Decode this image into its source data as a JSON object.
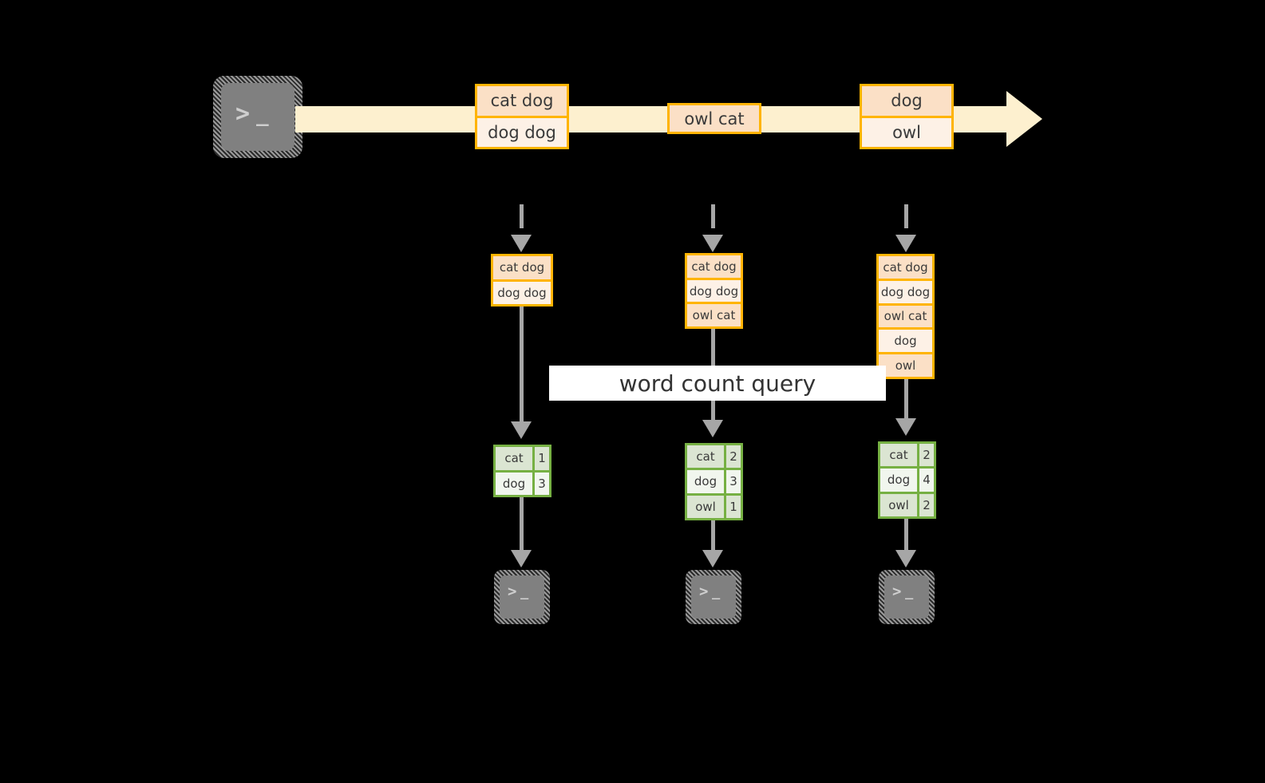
{
  "diagram": {
    "title_banner": {
      "label": "word count query"
    },
    "colors": {
      "background": "#000000",
      "stream_arrow": "#fdf0cf",
      "record_border": "#ffb400",
      "record_fill_dark": "#fbe0c6",
      "record_fill_light": "#fdf1e6",
      "table_border": "#76b043",
      "table_fill_dark": "#dbe5d2",
      "table_fill_light": "#f1f6ee",
      "connector": "#a6a6a6",
      "terminal_fill": "#808080",
      "banner_fill": "#ffffff",
      "text": "#3a3a3a"
    },
    "source_terminal": {
      "icon": "terminal-prompt-icon",
      "glyph_prompt": ">",
      "glyph_cursor": "_"
    },
    "stream": {
      "direction": "left-to-right",
      "events": [
        {
          "id": "event-1",
          "lines": [
            "cat dog",
            "dog dog"
          ]
        },
        {
          "id": "event-2",
          "lines": [
            "owl cat"
          ]
        },
        {
          "id": "event-3",
          "lines": [
            "dog",
            "owl"
          ]
        }
      ]
    },
    "snapshots": [
      {
        "id": "snapshot-1",
        "buffer": {
          "lines": [
            "cat dog",
            "dog dog"
          ]
        },
        "result": {
          "rows": [
            {
              "word": "cat",
              "count": "1"
            },
            {
              "word": "dog",
              "count": "3"
            }
          ]
        },
        "sink": {
          "icon": "terminal-prompt-icon",
          "glyph_prompt": ">",
          "glyph_cursor": "_"
        }
      },
      {
        "id": "snapshot-2",
        "buffer": {
          "lines": [
            "cat dog",
            "dog dog",
            "owl cat"
          ]
        },
        "result": {
          "rows": [
            {
              "word": "cat",
              "count": "2"
            },
            {
              "word": "dog",
              "count": "3"
            },
            {
              "word": "owl",
              "count": "1"
            }
          ]
        },
        "sink": {
          "icon": "terminal-prompt-icon",
          "glyph_prompt": ">",
          "glyph_cursor": "_"
        }
      },
      {
        "id": "snapshot-3",
        "buffer": {
          "lines": [
            "cat dog",
            "dog dog",
            "owl cat",
            "dog",
            "owl"
          ]
        },
        "result": {
          "rows": [
            {
              "word": "cat",
              "count": "2"
            },
            {
              "word": "dog",
              "count": "4"
            },
            {
              "word": "owl",
              "count": "2"
            }
          ]
        },
        "sink": {
          "icon": "terminal-prompt-icon",
          "glyph_prompt": ">",
          "glyph_cursor": "_"
        }
      }
    ]
  }
}
